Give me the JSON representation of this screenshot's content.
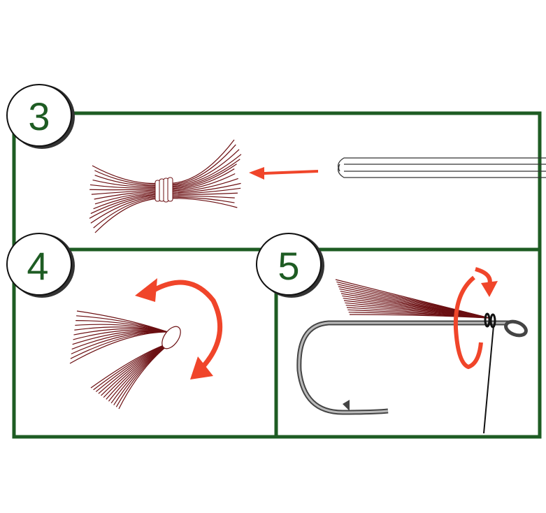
{
  "steps": [
    {
      "number": "3"
    },
    {
      "number": "4"
    },
    {
      "number": "5"
    }
  ],
  "colors": {
    "frame": "#1e5c23",
    "arrow": "#f0452a",
    "fiber": "#6b0f12",
    "hook": "#555555"
  }
}
